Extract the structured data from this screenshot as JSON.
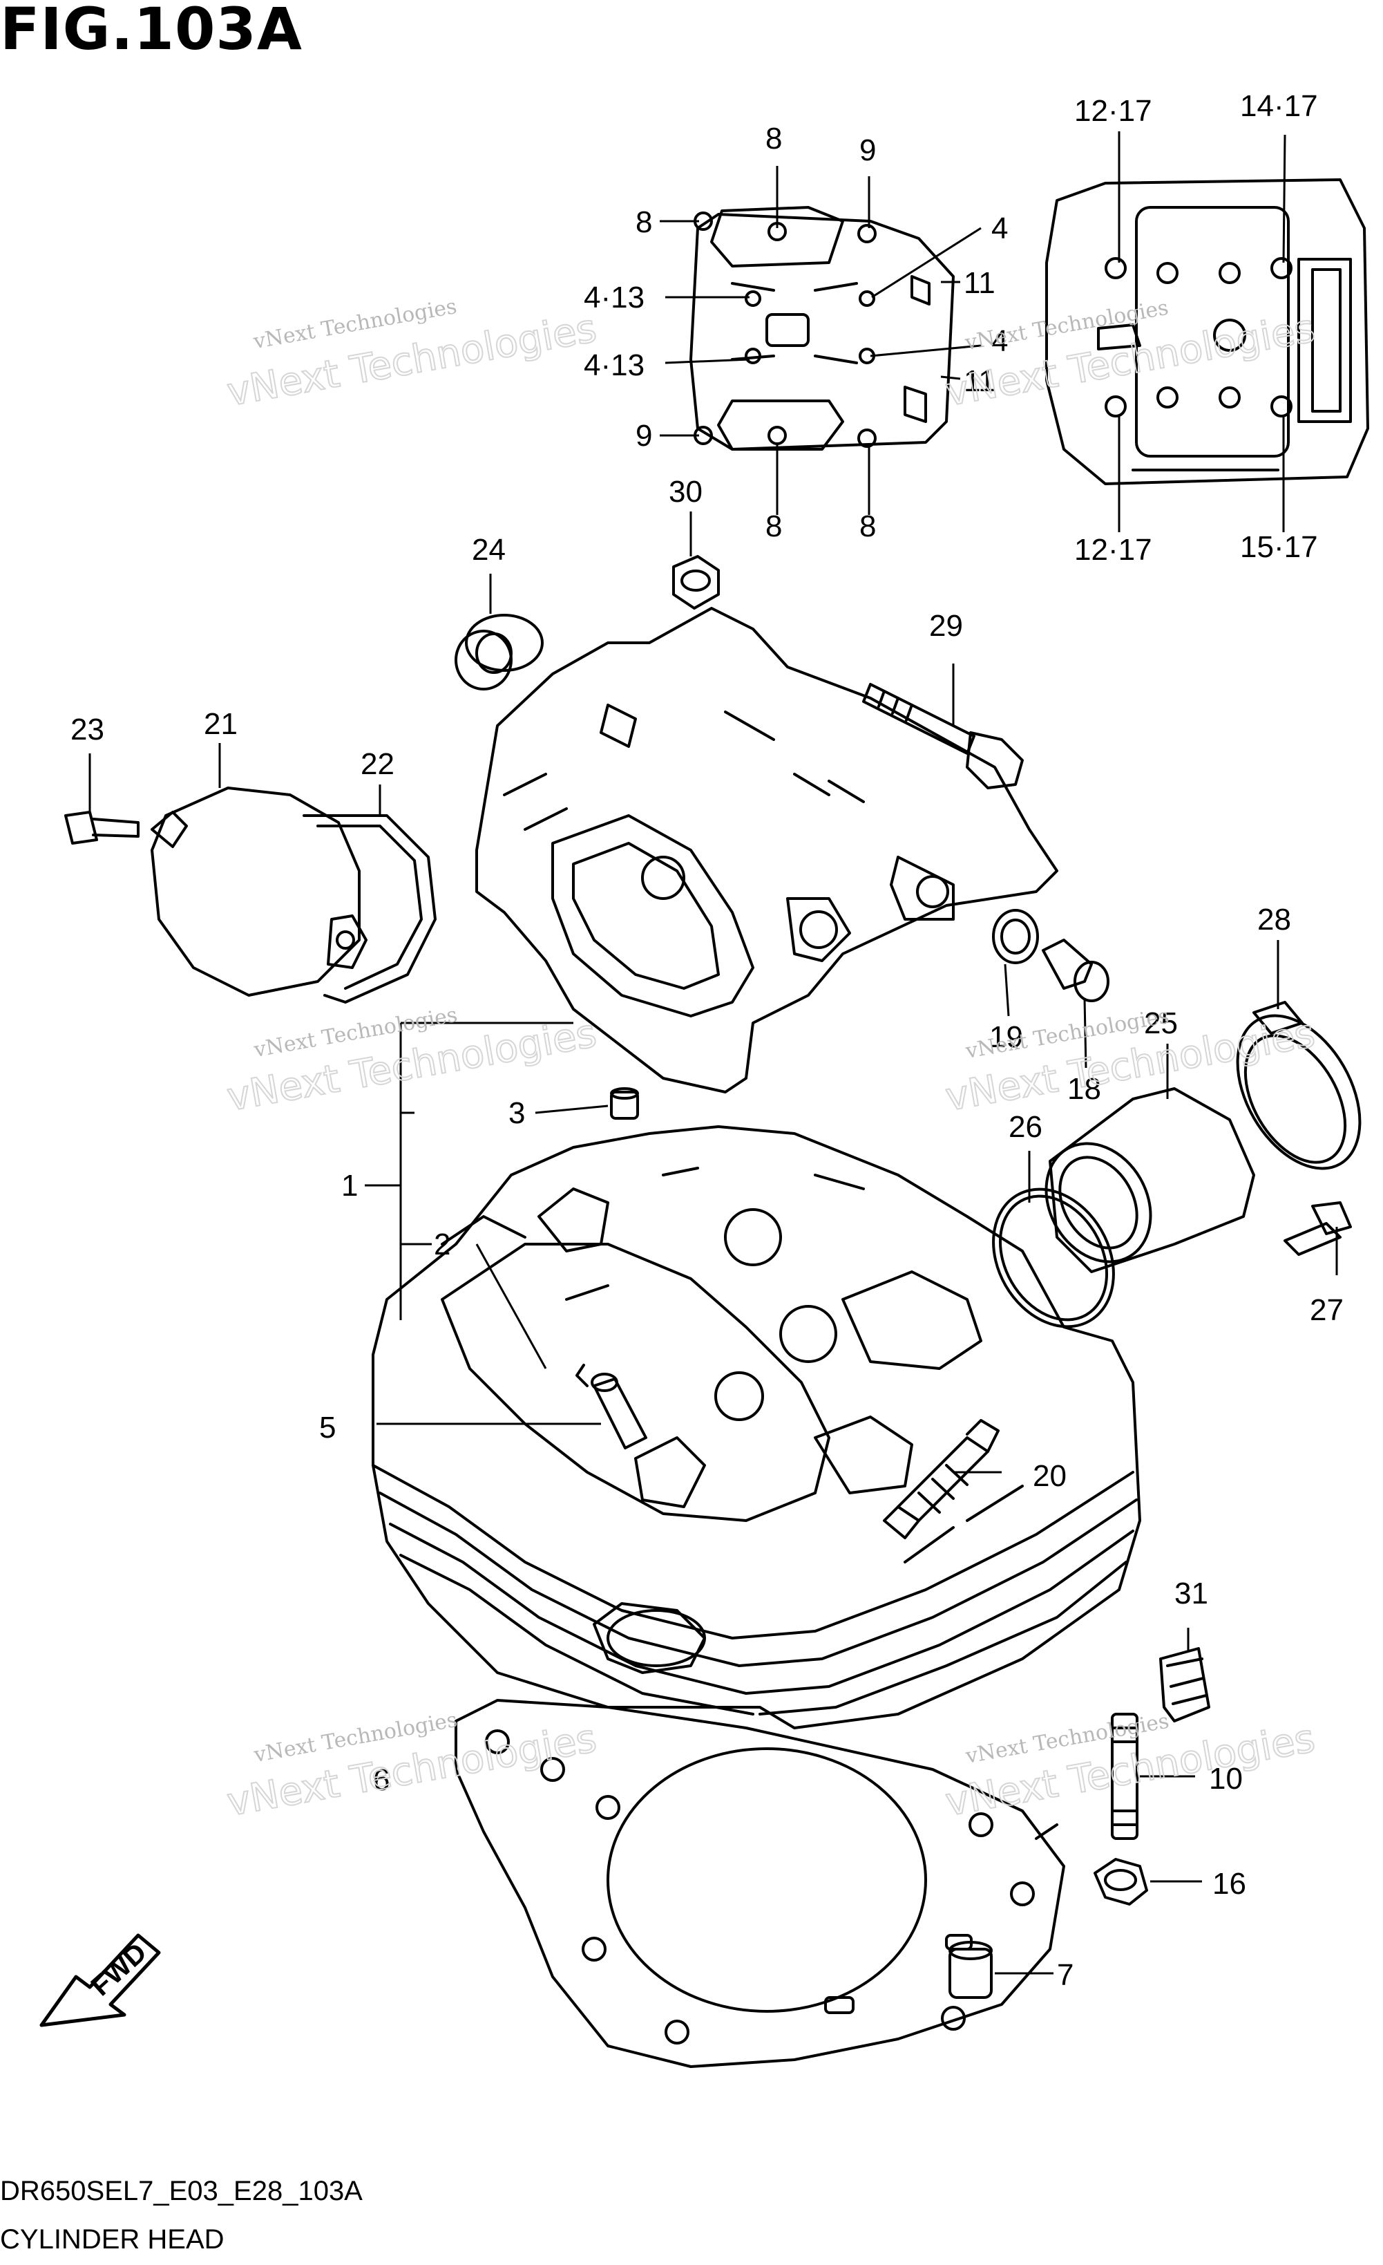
{
  "figure_title": "FIG.103A",
  "footer": {
    "code": "DR650SEL7_E03_E28_103A",
    "name": "CYLINDER HEAD"
  },
  "fwd_label": "FWD",
  "watermark": {
    "line1": "vNext Technologies",
    "line2": "vNext Technologies"
  },
  "callouts": [
    {
      "id": "c-8a",
      "text": "8"
    },
    {
      "id": "c-9a",
      "text": "9"
    },
    {
      "id": "c-8b",
      "text": "8"
    },
    {
      "id": "c-4a",
      "text": "4"
    },
    {
      "id": "c-413a",
      "text": "4·13"
    },
    {
      "id": "c-11a",
      "text": "11"
    },
    {
      "id": "c-413b",
      "text": "4·13"
    },
    {
      "id": "c-4b",
      "text": "4"
    },
    {
      "id": "c-11b",
      "text": "11"
    },
    {
      "id": "c-9b",
      "text": "9"
    },
    {
      "id": "c-8c",
      "text": "8"
    },
    {
      "id": "c-8d",
      "text": "8"
    },
    {
      "id": "c-1217a",
      "text": "12·17"
    },
    {
      "id": "c-1417",
      "text": "14·17"
    },
    {
      "id": "c-1217b",
      "text": "12·17"
    },
    {
      "id": "c-1517",
      "text": "15·17"
    },
    {
      "id": "c-30",
      "text": "30"
    },
    {
      "id": "c-24",
      "text": "24"
    },
    {
      "id": "c-29",
      "text": "29"
    },
    {
      "id": "c-23",
      "text": "23"
    },
    {
      "id": "c-21",
      "text": "21"
    },
    {
      "id": "c-22",
      "text": "22"
    },
    {
      "id": "c-28",
      "text": "28"
    },
    {
      "id": "c-19",
      "text": "19"
    },
    {
      "id": "c-25",
      "text": "25"
    },
    {
      "id": "c-18",
      "text": "18"
    },
    {
      "id": "c-3",
      "text": "3"
    },
    {
      "id": "c-26",
      "text": "26"
    },
    {
      "id": "c-1",
      "text": "1"
    },
    {
      "id": "c-2",
      "text": "2"
    },
    {
      "id": "c-27",
      "text": "27"
    },
    {
      "id": "c-5",
      "text": "5"
    },
    {
      "id": "c-20",
      "text": "20"
    },
    {
      "id": "c-31",
      "text": "31"
    },
    {
      "id": "c-6",
      "text": "6"
    },
    {
      "id": "c-10",
      "text": "10"
    },
    {
      "id": "c-16",
      "text": "16"
    },
    {
      "id": "c-7",
      "text": "7"
    }
  ]
}
